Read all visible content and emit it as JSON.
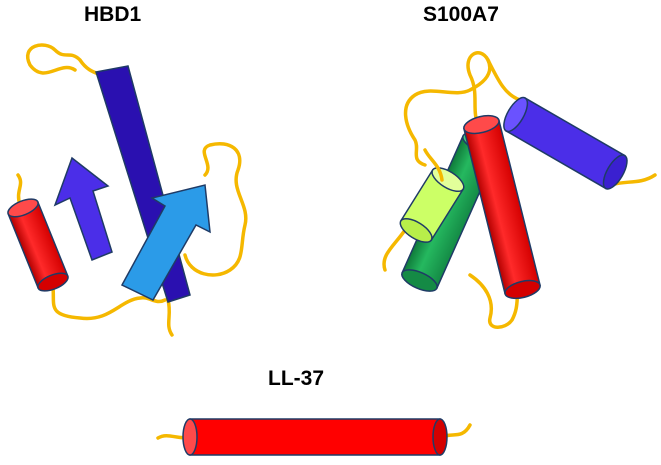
{
  "labels": {
    "hbd1": "HBD1",
    "s100a7": "S100A7",
    "ll37": "LL-37"
  },
  "colors": {
    "loop": "#f5b800",
    "helix_red": "#ff0000",
    "helix_green": "#1faa55",
    "helix_yellow_green": "#ccff66",
    "helix_purple": "#5a3cf0",
    "strand_dark_blue": "#2a10b0",
    "strand_purple": "#4b2ee8",
    "strand_light_blue": "#2b9be8",
    "outline": "#1f3b66"
  },
  "structures": [
    {
      "name": "HBD1",
      "elements": [
        "alpha-helix",
        "beta-strand",
        "beta-strand",
        "beta-strand"
      ]
    },
    {
      "name": "S100A7",
      "elements": [
        "alpha-helix",
        "alpha-helix",
        "alpha-helix",
        "alpha-helix"
      ]
    },
    {
      "name": "LL-37",
      "elements": [
        "alpha-helix"
      ]
    }
  ]
}
